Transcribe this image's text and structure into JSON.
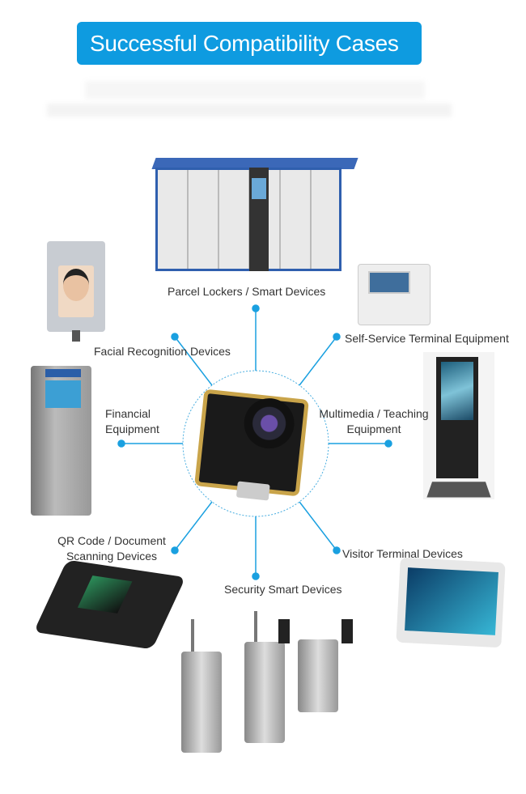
{
  "header": {
    "title": "Successful Compatibility Cases"
  },
  "center": {
    "product": "camera-module"
  },
  "categories": [
    {
      "label": "Parcel Lockers / Smart Devices"
    },
    {
      "label": "Self-Service Terminal Equipment"
    },
    {
      "label_line1": "Multimedia / Teaching",
      "label_line2": "Equipment"
    },
    {
      "label": "Visitor Terminal Devices"
    },
    {
      "label": "Security Smart Devices"
    },
    {
      "label_line1": "QR Code / Document",
      "label_line2": "Scanning Devices"
    },
    {
      "label_line1": "Financial",
      "label_line2": "Equipment"
    },
    {
      "label": "Facial Recognition Devices"
    }
  ],
  "colors": {
    "accent": "#0e9be0",
    "line": "#1aa0e0"
  }
}
